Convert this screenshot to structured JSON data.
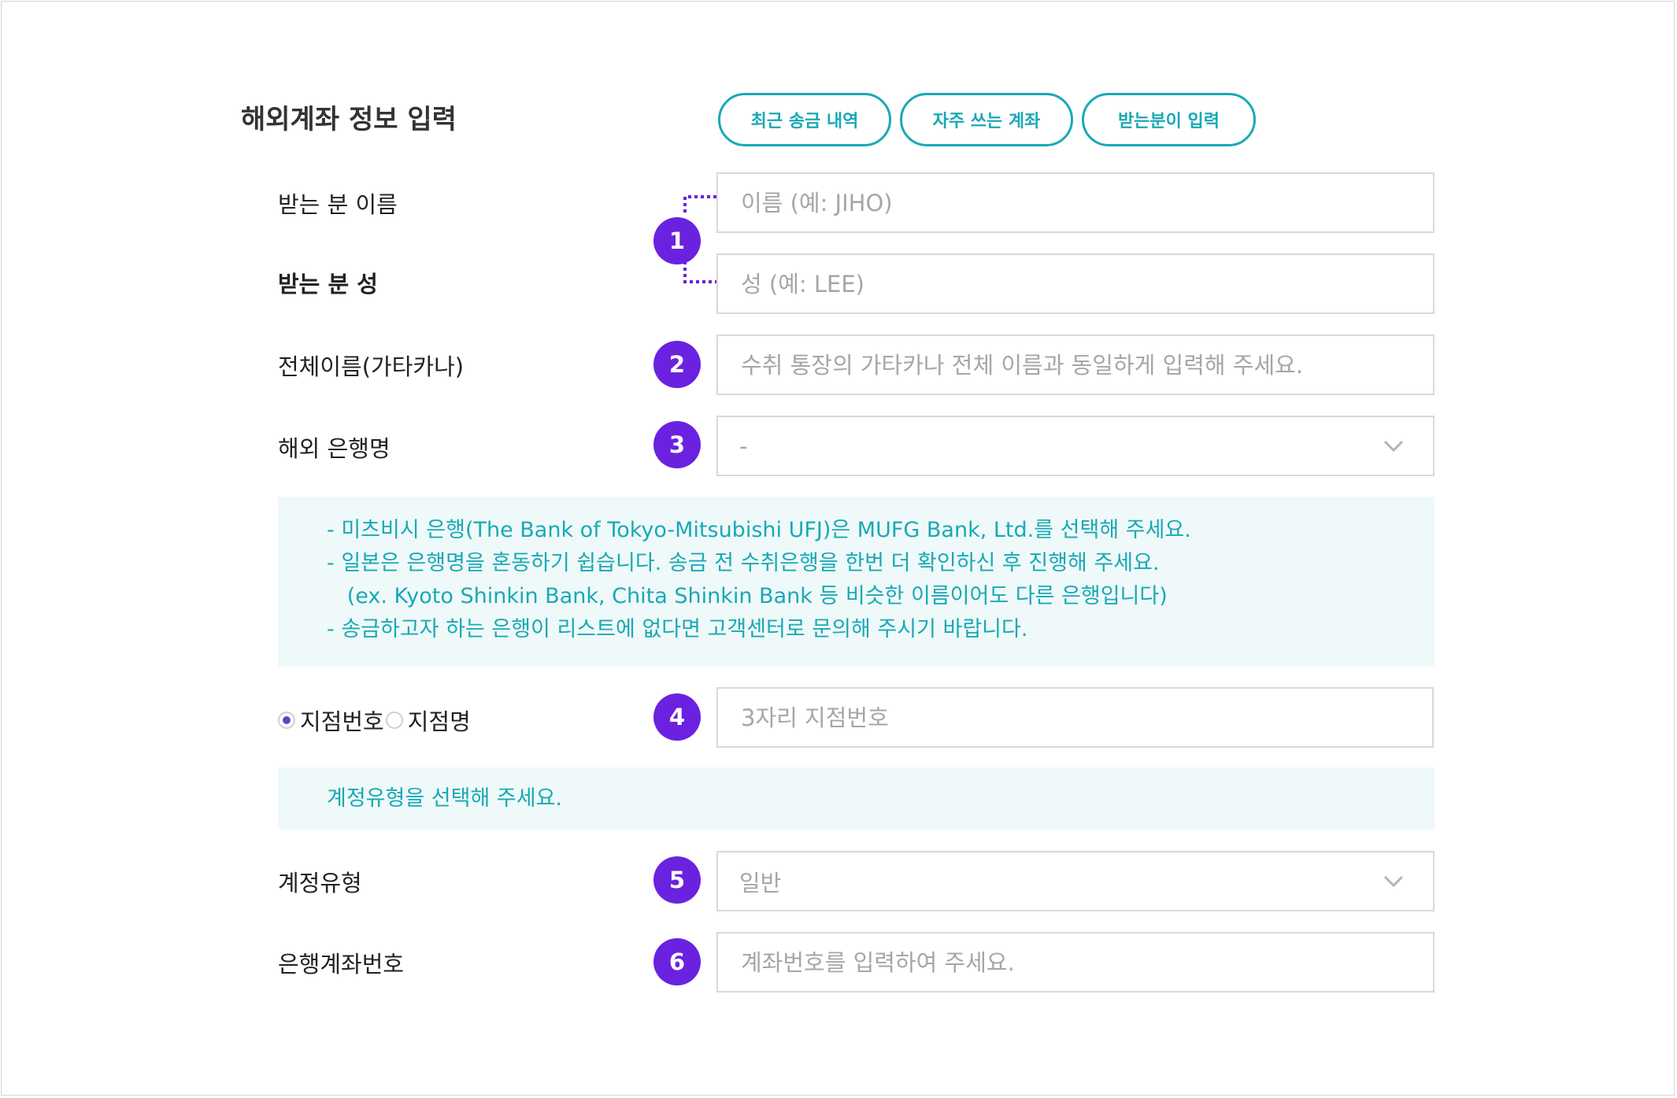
{
  "title": "해외계좌 정보 입력",
  "top_buttons": [
    "최근 송금 내역",
    "자주 쓰는 계좌",
    "받는분이 입력"
  ],
  "labels": {
    "first_name": "받는 분 이름",
    "last_name": "받는 분 성",
    "full_name_katakana": "전체이름(가타카나)",
    "bank_name": "해외 은행명",
    "account_type": "계정유형",
    "account_number": "은행계좌번호"
  },
  "placeholders": {
    "first_name": "이름 (예: JIHO)",
    "last_name": "성 (예: LEE)",
    "full_name_katakana": "수취 통장의 가타카나 전체 이름과 동일하게 입력해 주세요.",
    "branch": "3자리 지점번호",
    "account_number": "계좌번호를 입력하여 주세요."
  },
  "selects": {
    "bank_value": "-",
    "account_type_value": "일반"
  },
  "badges": [
    "1",
    "2",
    "3",
    "4",
    "5",
    "6"
  ],
  "bank_notice": [
    "- 미츠비시 은행(The Bank of Tokyo-Mitsubishi UFJ)은 MUFG Bank, Ltd.를 선택해 주세요.",
    "- 일본은 은행명을 혼동하기 쉽습니다. 송금 전 수취은행을 한번 더 확인하신 후 진행해 주세요.",
    "   (ex. Kyoto Shinkin Bank, Chita Shinkin Bank 등 비슷한 이름이어도 다른 은행입니다)",
    "- 송금하고자 하는 은행이 리스트에 없다면 고객센터로 문의해 주시기 바랍니다."
  ],
  "branch_radio": {
    "option1": "지점번호",
    "option2": "지점명",
    "selected": "지점번호"
  },
  "account_type_notice": "계정유형을 선택해 주세요.",
  "colors": {
    "accent_teal": "#19a9b5",
    "badge_purple": "#6a22e0",
    "notice_bg": "#eff9f9"
  }
}
